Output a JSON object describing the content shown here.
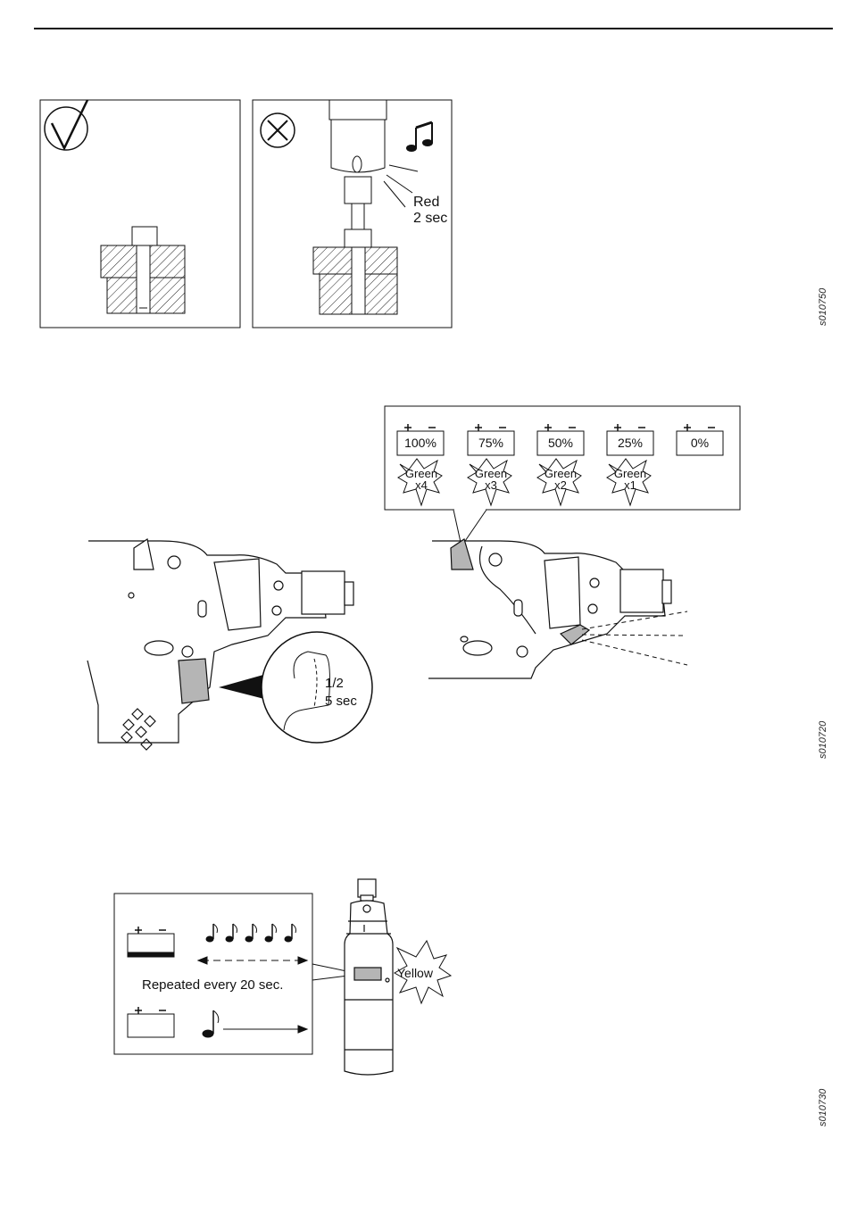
{
  "figure1": {
    "correct_symbol": "✓",
    "wrong_symbol": "✕",
    "led_label_line1": "Red",
    "led_label_line2": "2 sec",
    "figure_id": "s010750"
  },
  "figure2": {
    "battery_levels": [
      {
        "label": "100%",
        "green": "Green",
        "count": "x4"
      },
      {
        "label": "75%",
        "green": "Green",
        "count": "x3"
      },
      {
        "label": "50%",
        "green": "Green",
        "count": "x2"
      },
      {
        "label": "25%",
        "green": "Green",
        "count": "x1"
      },
      {
        "label": "0%"
      }
    ],
    "trigger_label_line1": "1/2",
    "trigger_label_line2": "5 sec",
    "figure_id": "s010720"
  },
  "figure3": {
    "repeat_text": "Repeated every 20 sec.",
    "yellow_label": "Yellow",
    "figure_id": "s010730"
  },
  "colors": {
    "line": "#111111",
    "highlight_gray": "#b5b5b5"
  }
}
